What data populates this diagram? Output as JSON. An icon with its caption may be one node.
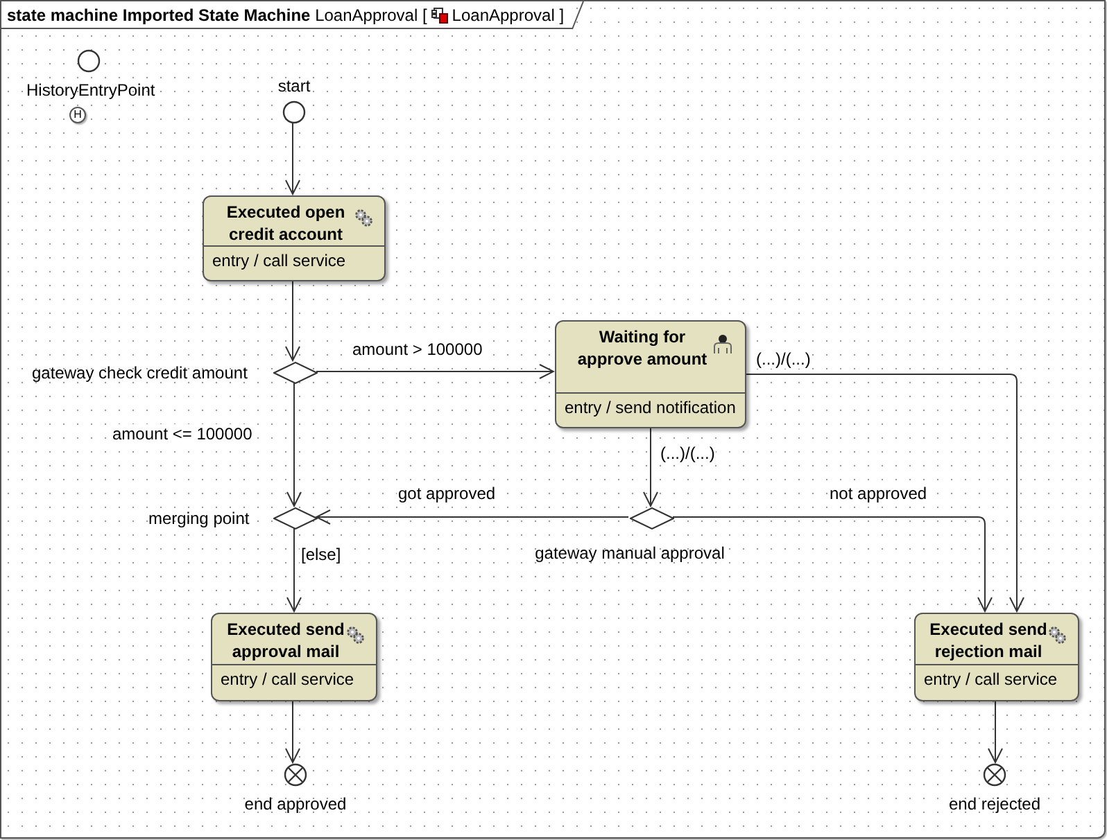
{
  "diagram": {
    "nodes": [
      {
        "text": [
          "**state machine Imported State Machine** LoanApproval [",
          "LoanApproval ]"
        ]
      },
      {
        "text": [
          "HistoryEntryPoint"
        ],
        "in": 0
      },
      {
        "text": [
          "H"
        ],
        "in": 0
      },
      {
        "text": [
          "start"
        ],
        "in": 0
      },
      {
        "text": [
          "Executed open credit account",
          "entry / call service"
        ],
        "in": 0
      },
      {
        "text": [
          "gateway check credit amount"
        ],
        "in": 0
      },
      {
        "text": [
          "Waiting for approve amount",
          "entry / send notification"
        ],
        "in": 0
      },
      {
        "text": [
          "merging point"
        ],
        "in": 0
      },
      {
        "text": [
          "gateway manual approval"
        ],
        "in": 0
      },
      {
        "text": [
          "Executed send approval mail",
          "entry / call service"
        ],
        "in": 0
      },
      {
        "text": [
          "Executed send rejection mail",
          "entry / call service"
        ],
        "in": 0
      },
      {
        "text": [
          "end approved"
        ],
        "in": 0
      },
      {
        "text": [
          "end rejected"
        ],
        "in": 0
      }
    ],
    "edges": [
      {
        "from": 3,
        "to": 4,
        "arrow": "to"
      },
      {
        "from": 4,
        "to": 5,
        "arrow": "to"
      },
      {
        "from": 5,
        "to": 6,
        "arrow": "to",
        "label": "amount > 100000"
      },
      {
        "from": 5,
        "to": 7,
        "arrow": "to",
        "label": "amount <= 100000"
      },
      {
        "from": 6,
        "to": 8,
        "arrow": "to",
        "label": "(...)/(...)"
      },
      {
        "from": 6,
        "to": 10,
        "arrow": "to",
        "label": "(...)/(...)"
      },
      {
        "from": 8,
        "to": 7,
        "arrow": "to",
        "label": "got approved"
      },
      {
        "from": 8,
        "to": 10,
        "arrow": "to",
        "label": "not approved"
      },
      {
        "from": 7,
        "to": 9,
        "arrow": "to",
        "label": "[else]"
      },
      {
        "from": 9,
        "to": 11,
        "arrow": "to"
      },
      {
        "from": 10,
        "to": 12,
        "arrow": "to"
      }
    ]
  }
}
